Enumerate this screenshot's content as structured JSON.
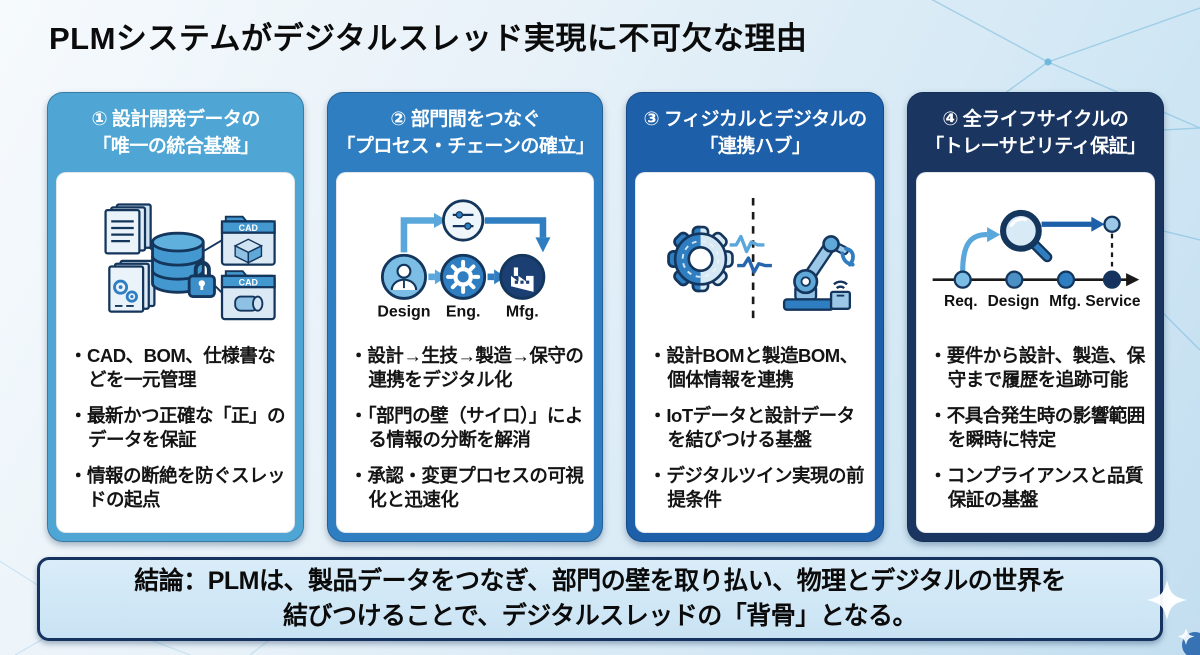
{
  "title": "PLMシステムがデジタルスレッド実現に不可欠な理由",
  "cards": [
    {
      "header_line1": "① 設計開発データの",
      "header_line2": "「唯一の統合基盤」",
      "accent": "#4FA6D5",
      "icon_name": "documents-database-lock-cad-folders-icon",
      "icon_labels": {
        "folder_top": "CAD",
        "folder_bottom": "CAD"
      },
      "bullets": [
        "・CAD、BOM、仕様書などを一元管理",
        "・最新かつ正確な「正」のデータを保証",
        "・情報の断絶を防ぐスレッドの起点"
      ]
    },
    {
      "header_line1": "② 部門間をつなぐ",
      "header_line2": "「プロセス・チェーンの確立」",
      "accent": "#2E7EC1",
      "icon_name": "process-chain-design-eng-mfg-icon",
      "icon_labels": {
        "left": "Design",
        "mid": "Eng.",
        "right": "Mfg."
      },
      "bullets": [
        "・設計→生技→製造→保守の連携をデジタル化",
        "・「部門の壁（サイロ）」による情報の分断を解消",
        "・承認・変更プロセスの可視化と迅速化"
      ]
    },
    {
      "header_line1": "③ フィジカルとデジタルの",
      "header_line2": "「連携ハブ」",
      "accent": "#1D5FA9",
      "icon_name": "gear-signal-robot-arm-icon",
      "bullets": [
        "・設計BOMと製造BOM、個体情報を連携",
        "・IoTデータと設計データを結びつける基盤",
        "・デジタルツイン実現の前提条件"
      ]
    },
    {
      "header_line1": "④ 全ライフサイクルの",
      "header_line2": "「トレーサビリティ保証」",
      "accent": "#1A355F",
      "icon_name": "traceability-timeline-magnifier-icon",
      "icon_labels": {
        "p1": "Req.",
        "p2": "Design",
        "p3": "Mfg.",
        "p4": "Service"
      },
      "bullets": [
        "・要件から設計、製造、保守まで履歴を追跡可能",
        "・不具合発生時の影響範囲を瞬時に特定",
        "・コンプライアンスと品質保証の基盤"
      ]
    }
  ],
  "conclusion": {
    "line1": "結論：PLMは、製品データをつなぎ、部門の壁を取り払い、物理とデジタルの世界を",
    "line2": "結びつけることで、デジタルスレッドの「背骨」となる。"
  },
  "colors": {
    "accent_card1": "#4FA6D5",
    "accent_card2": "#2E7EC1",
    "accent_card3": "#1D5FA9",
    "accent_card4": "#1A355F",
    "conclusion_bg": "#CFE6F5",
    "conclusion_border": "#16335F",
    "title_color": "#0B0B0B",
    "background": "#DCEBF5"
  }
}
